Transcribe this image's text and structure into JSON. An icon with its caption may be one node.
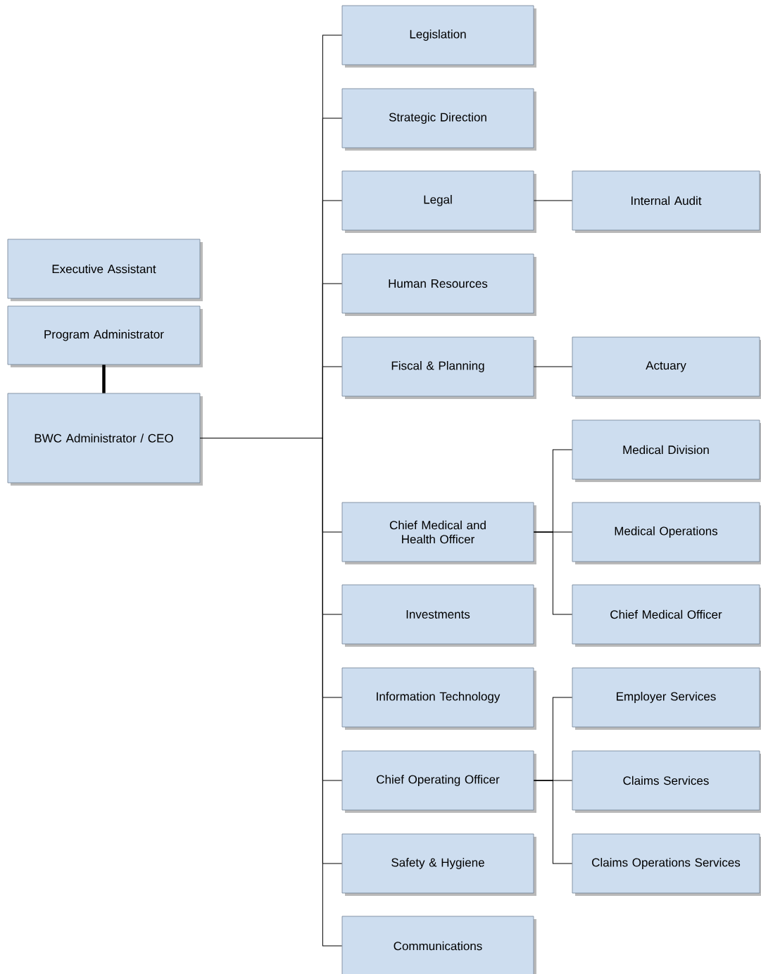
{
  "diagram": {
    "nodes": [
      {
        "text": [
          "Executive Assistant"
        ]
      },
      {
        "text": [
          "Program Administrator"
        ]
      },
      {
        "text": [
          "BWC Administrator / CEO"
        ]
      },
      {
        "text": [
          "Legislation"
        ]
      },
      {
        "text": [
          "Strategic Direction"
        ]
      },
      {
        "text": [
          "Legal"
        ]
      },
      {
        "text": [
          "Internal Audit"
        ]
      },
      {
        "text": [
          "Human Resources"
        ]
      },
      {
        "text": [
          "Fiscal & Planning"
        ]
      },
      {
        "text": [
          "Actuary"
        ]
      },
      {
        "text": [
          "Medical Division"
        ]
      },
      {
        "text": [
          "Chief Medical and Health Officer"
        ]
      },
      {
        "text": [
          "Medical Operations"
        ]
      },
      {
        "text": [
          "Chief Medical Officer"
        ]
      },
      {
        "text": [
          "Investments"
        ]
      },
      {
        "text": [
          "Information Technology"
        ]
      },
      {
        "text": [
          "Employer Services"
        ]
      },
      {
        "text": [
          "Chief Operating Officer"
        ]
      },
      {
        "text": [
          "Claims Services"
        ]
      },
      {
        "text": [
          "Safety & Hygiene"
        ]
      },
      {
        "text": [
          "Claims Operations Services"
        ]
      },
      {
        "text": [
          "Communications"
        ]
      }
    ],
    "edges": [
      {
        "from": 1,
        "to": 2,
        "arrow": "none",
        "style": "thick"
      },
      {
        "from": 2,
        "to": 3,
        "arrow": "none"
      },
      {
        "from": 2,
        "to": 4,
        "arrow": "none"
      },
      {
        "from": 2,
        "to": 5,
        "arrow": "none"
      },
      {
        "from": 2,
        "to": 7,
        "arrow": "none"
      },
      {
        "from": 2,
        "to": 8,
        "arrow": "none"
      },
      {
        "from": 2,
        "to": 11,
        "arrow": "none"
      },
      {
        "from": 2,
        "to": 14,
        "arrow": "none"
      },
      {
        "from": 2,
        "to": 15,
        "arrow": "none"
      },
      {
        "from": 2,
        "to": 17,
        "arrow": "none"
      },
      {
        "from": 2,
        "to": 19,
        "arrow": "none"
      },
      {
        "from": 2,
        "to": 21,
        "arrow": "none"
      },
      {
        "from": 5,
        "to": 6,
        "arrow": "none"
      },
      {
        "from": 8,
        "to": 9,
        "arrow": "none"
      },
      {
        "from": 11,
        "to": 10,
        "arrow": "none"
      },
      {
        "from": 11,
        "to": 12,
        "arrow": "none"
      },
      {
        "from": 11,
        "to": 13,
        "arrow": "none"
      },
      {
        "from": 17,
        "to": 16,
        "arrow": "none"
      },
      {
        "from": 17,
        "to": 18,
        "arrow": "none"
      },
      {
        "from": 17,
        "to": 20,
        "arrow": "none"
      }
    ]
  }
}
